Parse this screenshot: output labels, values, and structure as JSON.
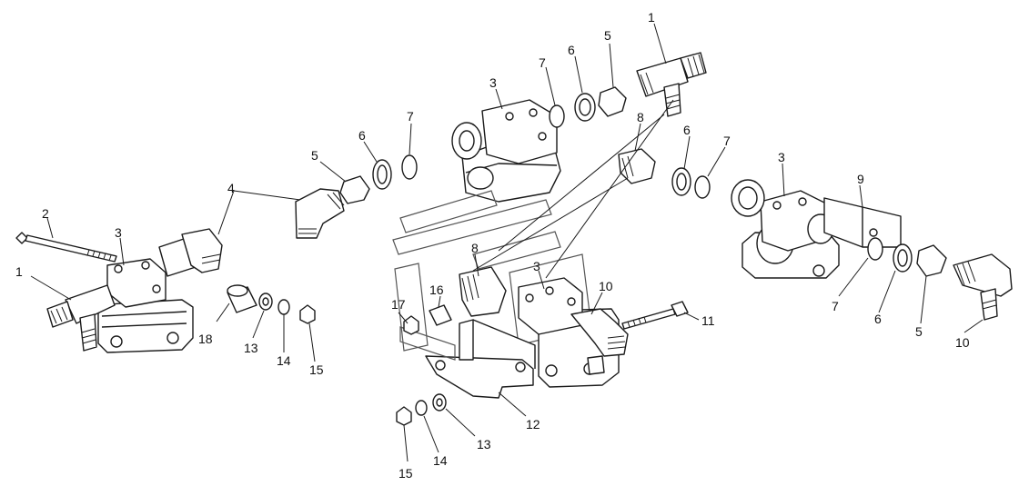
{
  "callouts": [
    {
      "id": "c1",
      "text": "1"
    },
    {
      "id": "c2",
      "text": "2"
    },
    {
      "id": "c3",
      "text": "3"
    },
    {
      "id": "c4",
      "text": "4"
    },
    {
      "id": "c5",
      "text": "5"
    },
    {
      "id": "c6",
      "text": "6"
    },
    {
      "id": "c7",
      "text": "7"
    },
    {
      "id": "c8",
      "text": "8"
    },
    {
      "id": "c9",
      "text": "9"
    },
    {
      "id": "c10",
      "text": "10"
    },
    {
      "id": "c11",
      "text": "11"
    },
    {
      "id": "c12",
      "text": "12"
    },
    {
      "id": "c13",
      "text": "13"
    },
    {
      "id": "c14",
      "text": "14"
    },
    {
      "id": "c15",
      "text": "15"
    },
    {
      "id": "c16",
      "text": "16"
    },
    {
      "id": "c17",
      "text": "17"
    },
    {
      "id": "c18",
      "text": "18"
    }
  ],
  "colors": {
    "line": "#1a1a1a",
    "paper": "#ffffff",
    "shade": "#d9d9d9"
  }
}
